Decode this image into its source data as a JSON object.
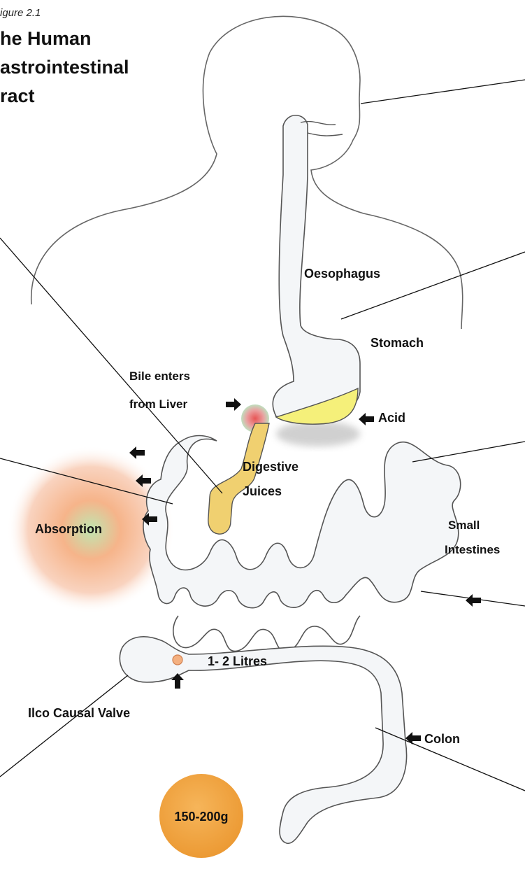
{
  "figure": {
    "number": "igure 2.1",
    "title_lines": [
      "he Human",
      "astrointestinal",
      "ract"
    ]
  },
  "labels": {
    "oesophagus": "Oesophagus",
    "stomach": "Stomach",
    "bile_line1": "Bile enters",
    "bile_line2": "from Liver",
    "acid": "Acid",
    "digestive_line1": "Digestive",
    "digestive_line2": "Juices",
    "absorption": "Absorption",
    "small_line1": "Small",
    "small_line2": "Intestines",
    "volume": "1- 2 Litres",
    "valve": "Ilco Causal Valve",
    "colon": "Colon",
    "mass": "150-200g"
  },
  "colors": {
    "outline": "#555555",
    "tract_fill": "#f4f6f8",
    "acid": "#f5f07a",
    "juices": "#f0d070",
    "absorption_glow": "#f08a60",
    "mass_circle": "#f0a040",
    "bile_spot": "#e86060"
  }
}
